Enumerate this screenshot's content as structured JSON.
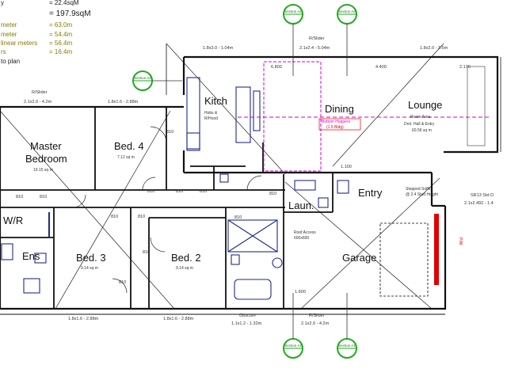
{
  "stats": {
    "line1": "= 22.4sqM",
    "line2": "= 197.9sqM",
    "line3_label": "meter",
    "line3_value": "= 63.0m",
    "line4_label": "meter",
    "line4_value": "= 54.4m",
    "line5_label": "linear meters",
    "line5_value": "= 56.4m",
    "line6_label": "rs",
    "line6_value": "= 16.4m",
    "line7_label": "to plan"
  },
  "rooms": {
    "master": "Master",
    "master2": "Bedroom",
    "master_area": "19.15 sq m",
    "bed4": "Bed. 4",
    "bed4_area": "7.12 sq m",
    "kitch": "Kitch",
    "kitch_note1": "Hobs &",
    "kitch_note2": "R/Hood",
    "dining": "Dining",
    "lounge": "Lounge",
    "lounge2": "Room Area",
    "lounge_note1": "Drnl. Hall & Entry",
    "lounge_area": "60.56 sq m",
    "dining_note1": "Bottom Hoppers",
    "dining_note2": "(1.5 Bldg)",
    "wr": "W/R",
    "ens": "Ens",
    "bed3": "Bed. 3",
    "bed3_area": "9.14 sq m",
    "bed2": "Bed. 2",
    "bed2_area": "9.14 sq m",
    "laun": "Laun.",
    "entry": "Entry",
    "garage": "Garage",
    "garage_note1": "Roof Access",
    "garage_note2": "600x600",
    "stepped1": "Stepped Soffit",
    "stepped2": "@ 2.4 Stud Height"
  },
  "dims": {
    "d1": "1.8x3.0 - 1.04m",
    "d2": "2.1x2.4 - 5.04m",
    "d3": "1.8x2.0 - 3.6m",
    "d4": "R/Slider",
    "d5": "2.1x2.0 - 4.2m",
    "d6": "1.8x1.6 - 2.88m",
    "d7": "R/Slider",
    "d8": "1.8x1.6 - 2.88m",
    "d9": "1.8x1.6 - 2.88m",
    "d10": "Obscure",
    "d11": "1.1x1.2 - 1.32m",
    "d12": "R/Slider",
    "d13": "2.1x2.0 - 4.2m",
    "d14": "2.1x2.492 - 1.4",
    "d15": "SR13 Std D",
    "d16": "6.800",
    "d17": "4.400",
    "d18": "2.176",
    "d19": "1.600",
    "d20": "1.100"
  },
  "doors": [
    "810",
    "810",
    "810",
    "810",
    "810",
    "810",
    "810",
    "810",
    "810",
    "810",
    "810",
    "810"
  ],
  "markers": [
    "Section A1",
    "Section A2",
    "Section A2",
    "Section A1",
    "Section A1"
  ],
  "colors": {
    "marker": "#22aa22",
    "fixture": "#1f2a8c",
    "magenta": "#d400d4",
    "red": "#e00000",
    "olive": "#8a7a00"
  }
}
